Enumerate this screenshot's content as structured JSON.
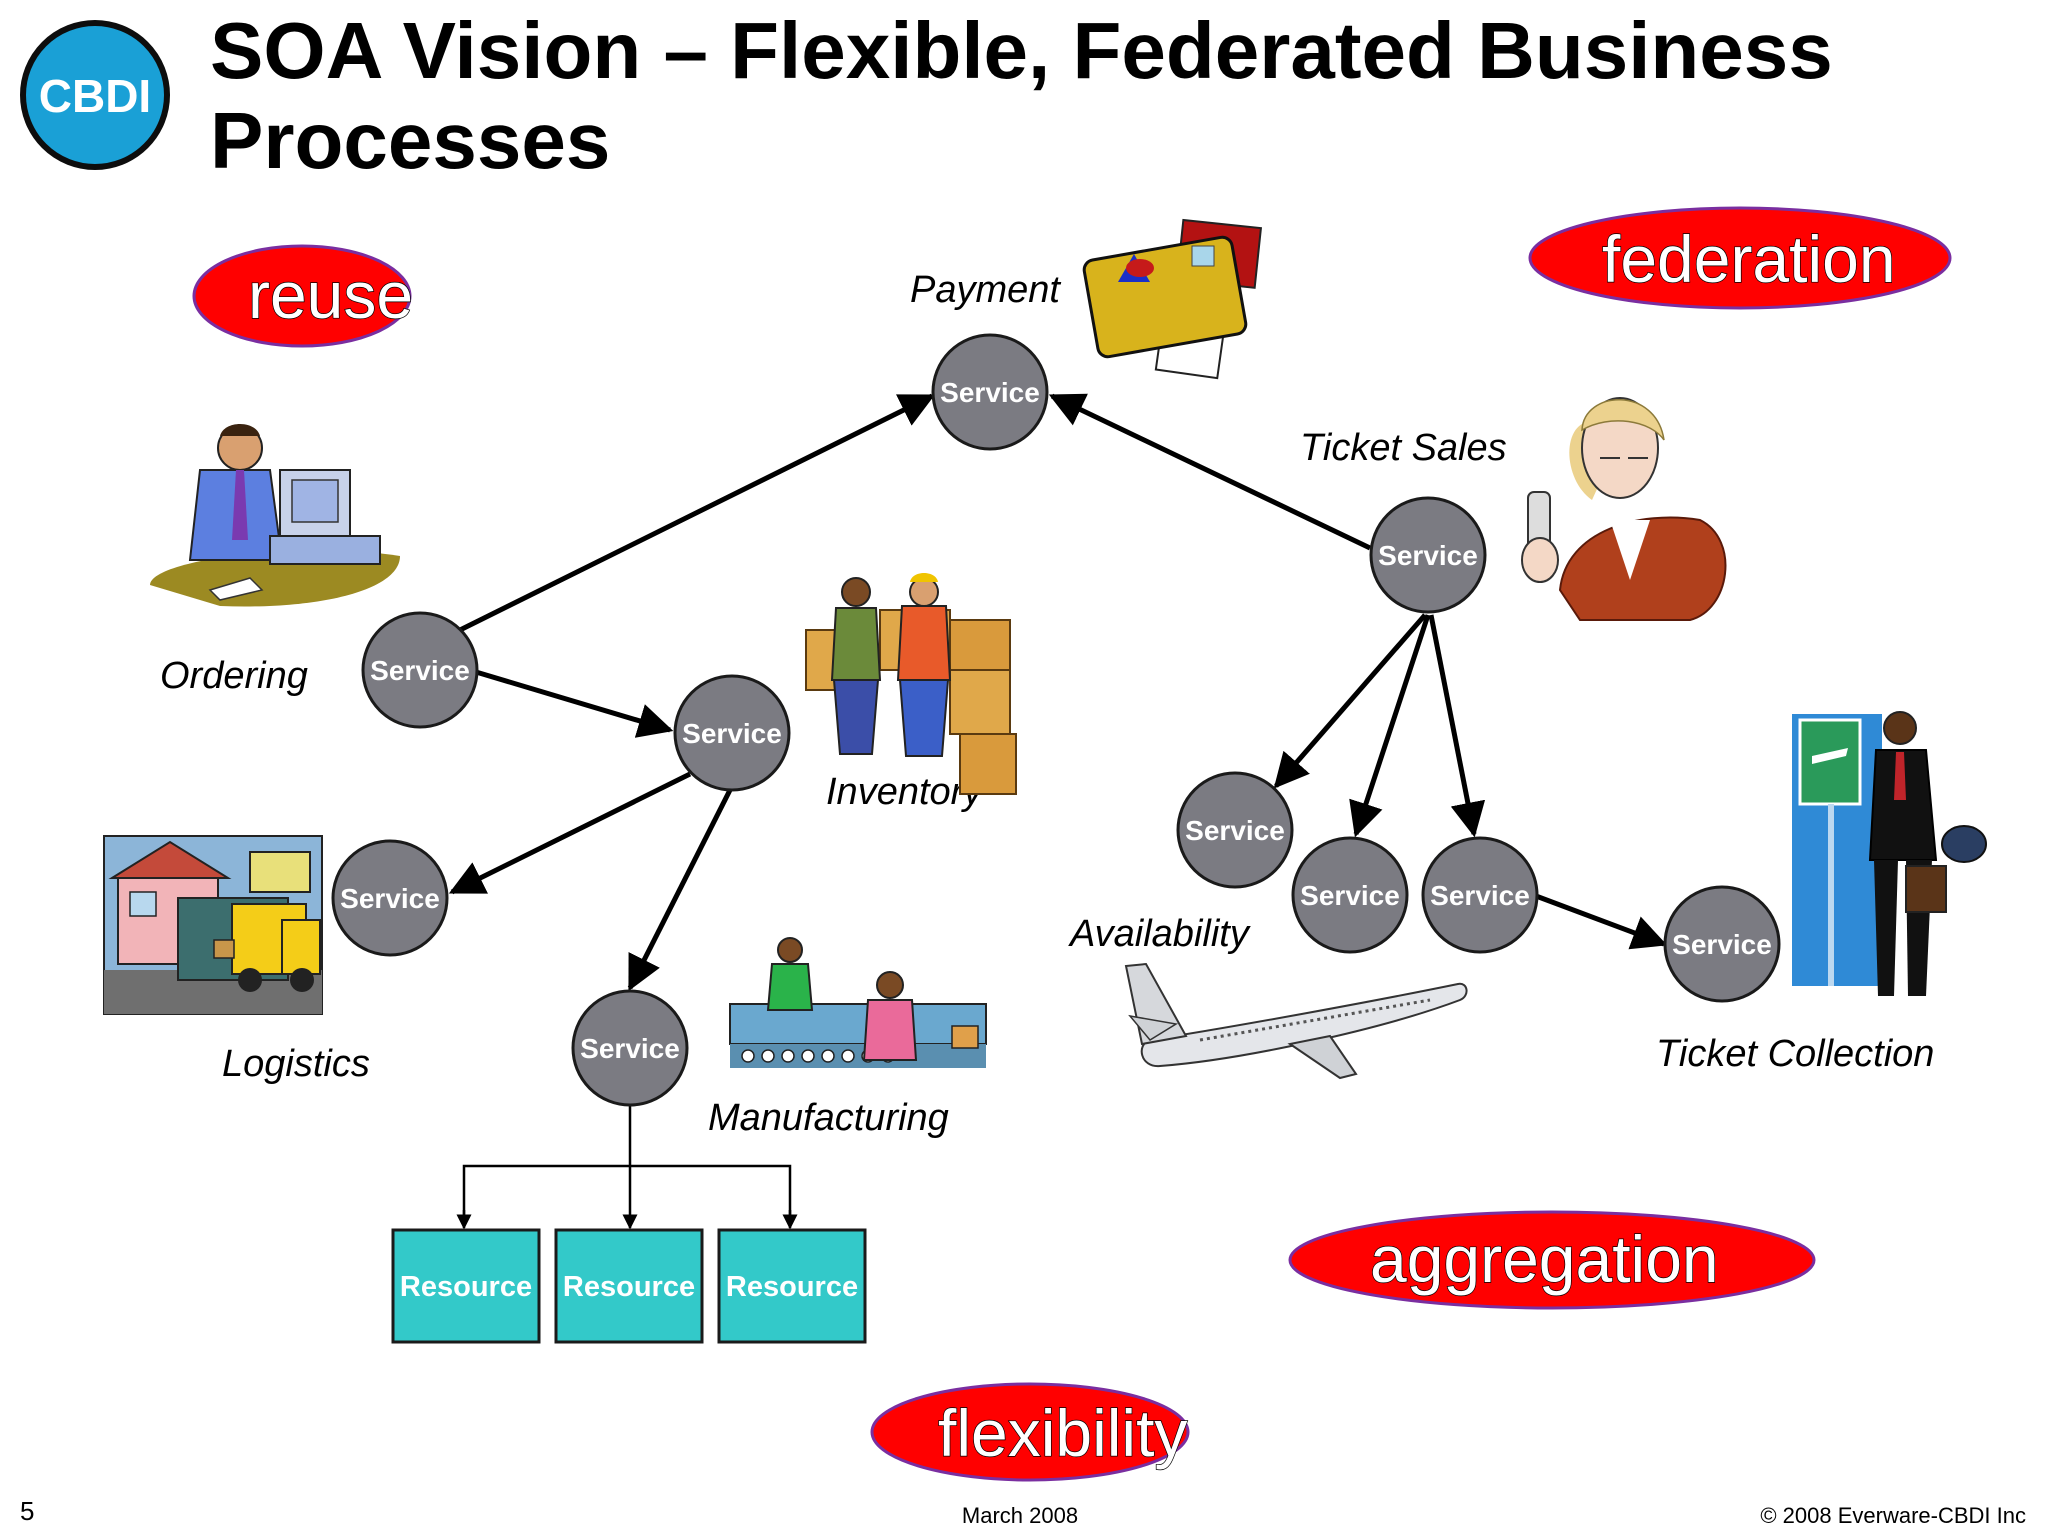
{
  "title": {
    "line1": "SOA Vision – Flexible, Federated Business",
    "line2": "Processes"
  },
  "logo": {
    "text": "CBDI",
    "color": "#1aa0d6"
  },
  "badges": {
    "reuse": "reuse",
    "federation": "federation",
    "aggregation": "aggregation",
    "flexibility": "flexibility"
  },
  "labels": {
    "payment": "Payment",
    "ticket_sales": "Ticket Sales",
    "ordering": "Ordering",
    "inventory": "Inventory",
    "logistics": "Logistics",
    "manufacturing": "Manufacturing",
    "availability": "Availability",
    "ticket_collection": "Ticket Collection"
  },
  "service_label": "Service",
  "resource_label": "Resource",
  "footer": {
    "page": "5",
    "date": "March 2008",
    "copyright": "© 2008 Everware-CBDI Inc"
  },
  "colors": {
    "service_fill": "#7b7b82",
    "resource_fill": "#33c9c9",
    "badge_fill": "#ff0000",
    "badge_edge": "#7a2ea0"
  }
}
